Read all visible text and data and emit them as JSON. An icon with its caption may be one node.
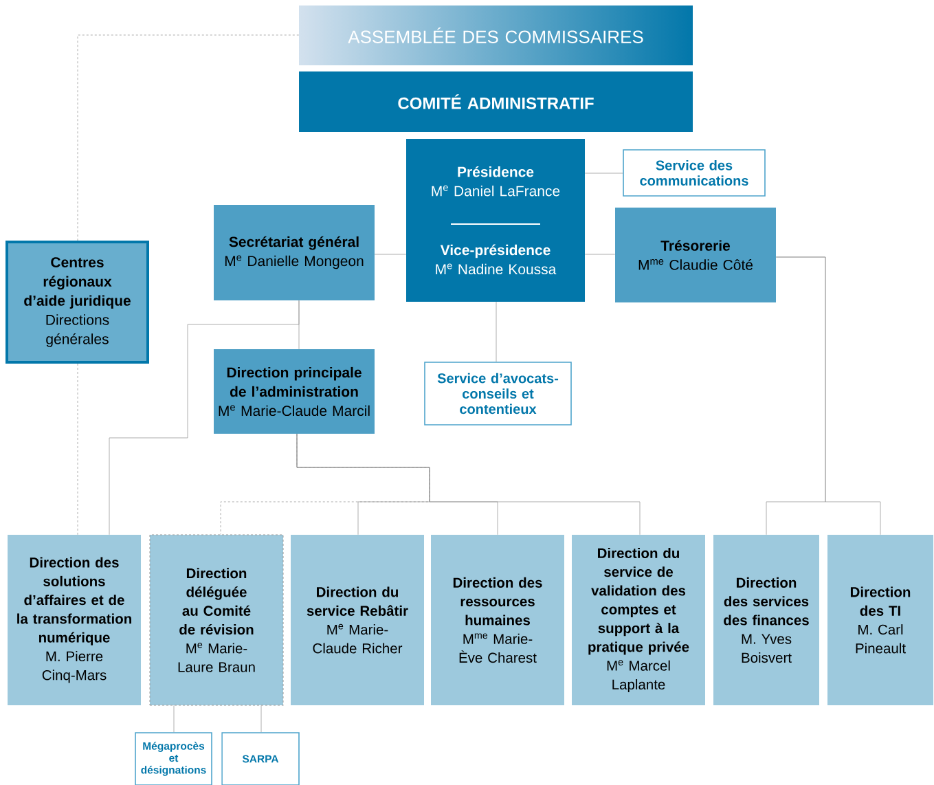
{
  "diagram": {
    "nodes": [
      {
        "text": [
          "ASSEMBLÉE DES COMMISSAIRES"
        ]
      },
      {
        "text": [
          "COMITÉ ADMINISTRATIF"
        ]
      },
      {
        "text": [
          "Présidence",
          "M$^{e}$ Daniel LaFrance",
          "Vice-présidence",
          "M$^{e}$ Nadine Koussa"
        ]
      },
      {
        "text": [
          "Service des communications"
        ]
      },
      {
        "text": [
          "Secrétariat général",
          "M$^{e}$ Danielle Mongeon"
        ]
      },
      {
        "text": [
          "Trésorerie",
          "M$^{me}$ Claudie Côté"
        ]
      },
      {
        "text": [
          "Centres régionaux d’aide juridique",
          "Directions générales"
        ]
      },
      {
        "text": [
          "Direction principale de l’administration",
          "M$^{e}$ Marie-Claude Marcil"
        ]
      },
      {
        "text": [
          "Service d’avocats-conseils et contentieux"
        ]
      },
      {
        "text": [
          "Direction des solutions d’affaires et de la transformation numérique",
          "M. Pierre Cinq-Mars"
        ]
      },
      {
        "text": [
          "Direction déléguée au Comité de révision",
          "M$^{e}$ Marie-Laure Braun"
        ]
      },
      {
        "text": [
          "Direction du service Rebâtir",
          "M$^{e}$ Marie-Claude Richer"
        ]
      },
      {
        "text": [
          "Direction des ressources humaines",
          "M$^{me}$ Marie-Ève Charest"
        ]
      },
      {
        "text": [
          "Direction du service de validation des comptes et support à la pratique privée",
          "M$^{e}$ Marcel Laplante"
        ]
      },
      {
        "text": [
          "Direction des services des finances",
          "M. Yves Boisvert"
        ]
      },
      {
        "text": [
          "Direction des TI",
          "M. Carl Pineault"
        ]
      },
      {
        "text": [
          "Mégaprocès et désignations"
        ]
      },
      {
        "text": [
          "SARPA"
        ]
      }
    ],
    "edges": [
      {
        "from": 0,
        "to": 6,
        "arrow": "none",
        "style": "dashed"
      },
      {
        "from": 6,
        "to": 9,
        "arrow": "none",
        "style": "dashed"
      },
      {
        "from": 2,
        "to": 3,
        "arrow": "none"
      },
      {
        "from": 2,
        "to": 4,
        "arrow": "none"
      },
      {
        "from": 2,
        "to": 5,
        "arrow": "none"
      },
      {
        "from": 2,
        "to": 8,
        "arrow": "none"
      },
      {
        "from": 4,
        "to": 7,
        "arrow": "none"
      },
      {
        "from": 4,
        "to": 9,
        "arrow": "none"
      },
      {
        "from": 5,
        "to": 14,
        "arrow": "none"
      },
      {
        "from": 5,
        "to": 15,
        "arrow": "none"
      },
      {
        "from": 7,
        "to": 10,
        "arrow": "none",
        "style": "dashed"
      },
      {
        "from": 7,
        "to": 11,
        "arrow": "none"
      },
      {
        "from": 7,
        "to": 12,
        "arrow": "none"
      },
      {
        "from": 7,
        "to": 13,
        "arrow": "none"
      },
      {
        "from": 10,
        "to": 16,
        "arrow": "none"
      },
      {
        "from": 10,
        "to": 17,
        "arrow": "none"
      }
    ]
  }
}
